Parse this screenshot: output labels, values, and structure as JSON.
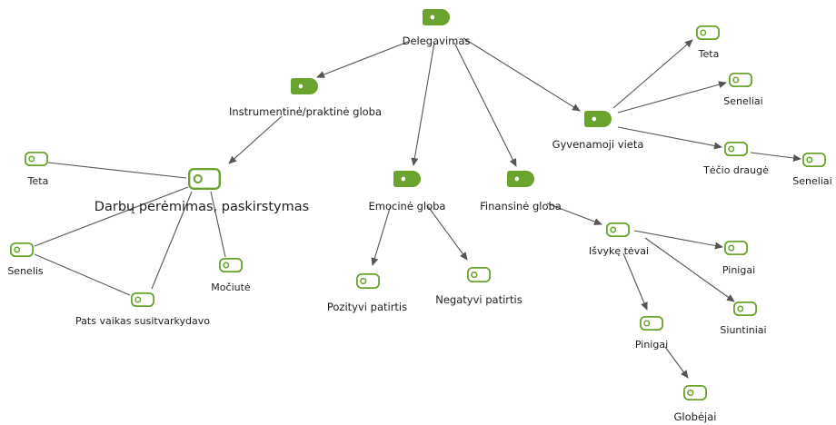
{
  "diagram": {
    "colors": {
      "accent": "#6aa32d",
      "edge": "#555555",
      "text": "#1e1e1e"
    },
    "nodes": [
      {
        "id": "delegavimas",
        "label": "Delegavimas",
        "shape": "solid"
      },
      {
        "id": "instrumentine",
        "label": "Instrumentinė/praktinė globa",
        "shape": "solid"
      },
      {
        "id": "darbu",
        "label": "Darbų perėmimas, paskirstymas",
        "shape": "outline"
      },
      {
        "id": "teta1",
        "label": "Teta",
        "shape": "outline"
      },
      {
        "id": "senelis",
        "label": "Senelis",
        "shape": "outline"
      },
      {
        "id": "pats",
        "label": "Pats vaikas susitvarkydavo",
        "shape": "outline"
      },
      {
        "id": "mociute",
        "label": "Močiutė",
        "shape": "outline"
      },
      {
        "id": "emocine",
        "label": "Emocinė globa",
        "shape": "solid"
      },
      {
        "id": "pozityvi",
        "label": "Pozityvi patirtis",
        "shape": "outline"
      },
      {
        "id": "negatyvi",
        "label": "Negatyvi patirtis",
        "shape": "outline"
      },
      {
        "id": "finansine",
        "label": "Finansinė globa",
        "shape": "solid"
      },
      {
        "id": "isvyke",
        "label": "Išvykę tėvai",
        "shape": "outline"
      },
      {
        "id": "pinigai1",
        "label": "Pinigai",
        "shape": "outline"
      },
      {
        "id": "siuntiniai",
        "label": "Siuntiniai",
        "shape": "outline"
      },
      {
        "id": "pinigai2",
        "label": "Pinigai",
        "shape": "outline"
      },
      {
        "id": "globejai",
        "label": "Globėjai",
        "shape": "outline"
      },
      {
        "id": "gyvenamoji",
        "label": "Gyvenamoji vieta",
        "shape": "solid"
      },
      {
        "id": "teta2",
        "label": "Teta",
        "shape": "outline"
      },
      {
        "id": "seneliai1",
        "label": "Seneliai",
        "shape": "outline"
      },
      {
        "id": "tecio",
        "label": "Tėčio draugė",
        "shape": "outline"
      },
      {
        "id": "seneliai2",
        "label": "Seneliai",
        "shape": "outline"
      }
    ],
    "edges": [
      {
        "from": "delegavimas",
        "to": "instrumentine",
        "arrow": true
      },
      {
        "from": "delegavimas",
        "to": "emocine",
        "arrow": true
      },
      {
        "from": "delegavimas",
        "to": "finansine",
        "arrow": true
      },
      {
        "from": "delegavimas",
        "to": "gyvenamoji",
        "arrow": true
      },
      {
        "from": "instrumentine",
        "to": "darbu",
        "arrow": true
      },
      {
        "from": "teta1",
        "to": "darbu",
        "arrow": false
      },
      {
        "from": "senelis",
        "to": "darbu",
        "arrow": false
      },
      {
        "from": "senelis",
        "to": "pats",
        "arrow": false
      },
      {
        "from": "pats",
        "to": "darbu",
        "arrow": false
      },
      {
        "from": "mociute",
        "to": "darbu",
        "arrow": false
      },
      {
        "from": "emocine",
        "to": "pozityvi",
        "arrow": true
      },
      {
        "from": "emocine",
        "to": "negatyvi",
        "arrow": true
      },
      {
        "from": "finansine",
        "to": "isvyke",
        "arrow": true
      },
      {
        "from": "isvyke",
        "to": "pinigai1",
        "arrow": true
      },
      {
        "from": "isvyke",
        "to": "siuntiniai",
        "arrow": true
      },
      {
        "from": "isvyke",
        "to": "pinigai2",
        "arrow": true
      },
      {
        "from": "pinigai2",
        "to": "globejai",
        "arrow": true
      },
      {
        "from": "gyvenamoji",
        "to": "teta2",
        "arrow": true
      },
      {
        "from": "gyvenamoji",
        "to": "seneliai1",
        "arrow": true
      },
      {
        "from": "gyvenamoji",
        "to": "tecio",
        "arrow": true
      },
      {
        "from": "tecio",
        "to": "seneliai2",
        "arrow": true
      }
    ]
  }
}
